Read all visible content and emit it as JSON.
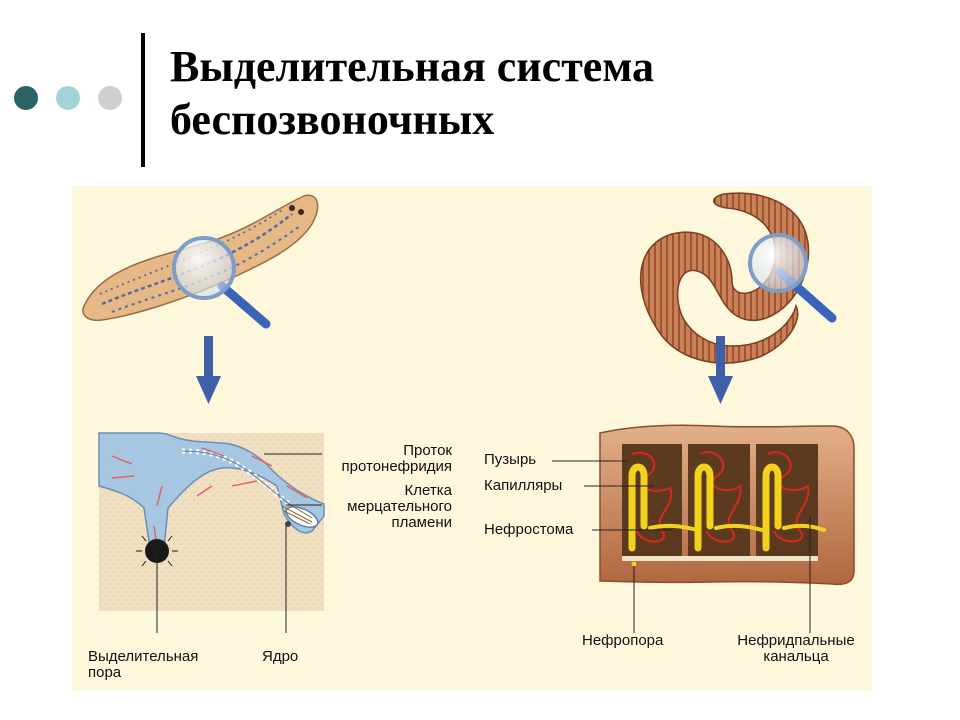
{
  "slide": {
    "title_line1": "Выделительная система",
    "title_line2": "беспозвоночных",
    "bullet_colors": [
      "#2b6264",
      "#a3d3d6",
      "#cfcfcf"
    ],
    "divider_color": "#000000"
  },
  "left_diagram": {
    "labels": {
      "duct_line1": "Проток",
      "duct_line2": "протонефридия",
      "flame_cell_line1": "Клетка",
      "flame_cell_line2": "мерцательного",
      "flame_cell_line3": "пламени",
      "pore_line1": "Выделительная",
      "pore_line2": "пора",
      "nucleus": "Ядро"
    }
  },
  "right_diagram": {
    "labels": {
      "bladder": "Пузырь",
      "capillaries": "Капилляры",
      "nephrostome": "Нефростома",
      "nephropore": "Нефропора",
      "nephridial_line1": "Нефридпальные",
      "nephridial_line2": "канальца"
    }
  },
  "colors": {
    "panel_bg": "#fdf7dc",
    "arrow": "#3f5fa8",
    "flatworm_body": "#e6b886",
    "earthworm_body": "#c88a63",
    "duct": "#a6c6e2",
    "capillary": "#d8281e",
    "bladder": "#f2d21c"
  }
}
